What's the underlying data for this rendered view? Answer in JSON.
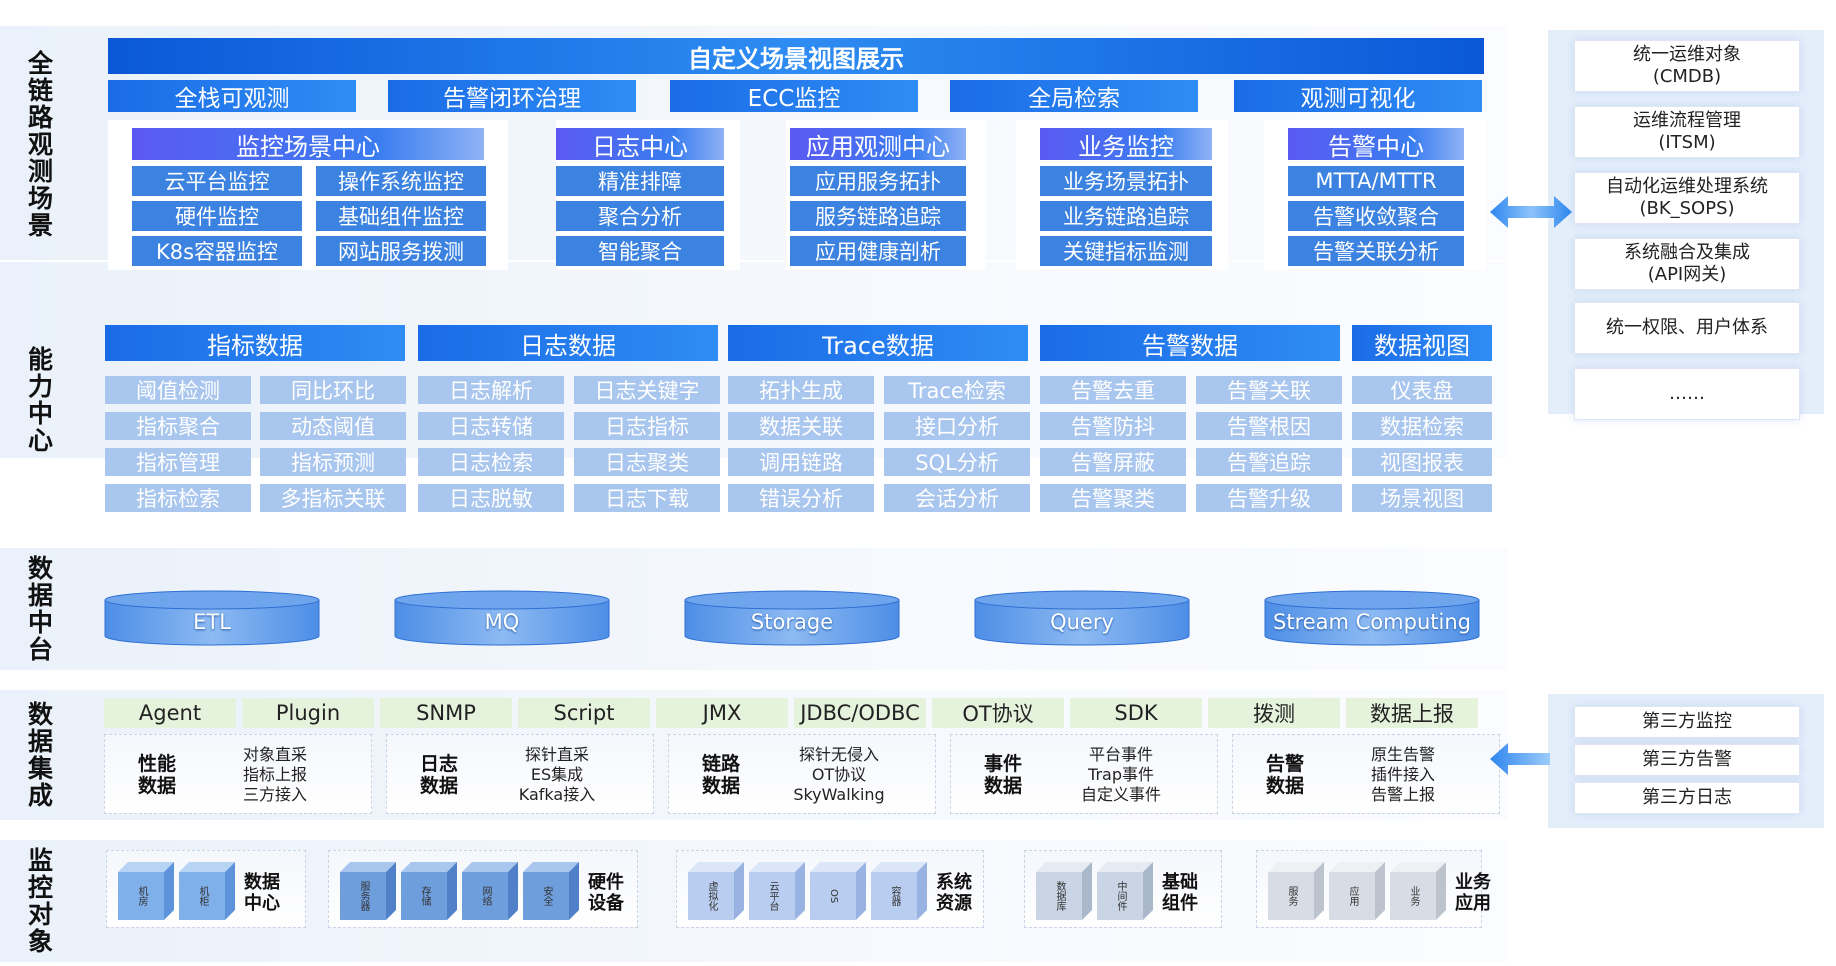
{
  "side_labels": {
    "l1": "全链路观测场景",
    "l2": "能力中心",
    "l3": "数据中台",
    "l4": "数据集成",
    "l5": "监控对象"
  },
  "top": {
    "title": "自定义场景视图展示",
    "tabs": [
      "全栈可观测",
      "告警闭环治理",
      "ECC监控",
      "全局检索",
      "观测可视化"
    ],
    "panels": [
      {
        "title": "监控场景中心",
        "items": [
          "云平台监控",
          "操作系统监控",
          "硬件监控",
          "基础组件监控",
          "K8s容器监控",
          "网站服务拨测"
        ]
      },
      {
        "title": "日志中心",
        "items": [
          "精准排障",
          "聚合分析",
          "智能聚合"
        ]
      },
      {
        "title": "应用观测中心",
        "items": [
          "应用服务拓扑",
          "服务链路追踪",
          "应用健康剖析"
        ]
      },
      {
        "title": "业务监控",
        "items": [
          "业务场景拓扑",
          "业务链路追踪",
          "关键指标监测"
        ]
      },
      {
        "title": "告警中心",
        "items": [
          "MTTA/MTTR",
          "告警收敛聚合",
          "告警关联分析"
        ]
      }
    ]
  },
  "cap": {
    "headers": [
      "指标数据",
      "日志数据",
      "Trace数据",
      "告警数据",
      "数据视图"
    ],
    "cols": [
      [
        "阈值检测",
        "指标聚合",
        "指标管理",
        "指标检索"
      ],
      [
        "同比环比",
        "动态阈值",
        "指标预测",
        "多指标关联"
      ],
      [
        "日志解析",
        "日志转储",
        "日志检索",
        "日志脱敏"
      ],
      [
        "日志关键字",
        "日志指标",
        "日志聚类",
        "日志下载"
      ],
      [
        "拓扑生成",
        "数据关联",
        "调用链路",
        "错误分析"
      ],
      [
        "Trace检索",
        "接口分析",
        "SQL分析",
        "会话分析"
      ],
      [
        "告警去重",
        "告警防抖",
        "告警屏蔽",
        "告警聚类"
      ],
      [
        "告警关联",
        "告警根因",
        "告警追踪",
        "告警升级"
      ],
      [
        "仪表盘",
        "数据检索",
        "视图报表",
        "场景视图"
      ]
    ]
  },
  "mid": {
    "dbs": [
      "ETL",
      "MQ",
      "Storage",
      "Query",
      "Stream Computing"
    ]
  },
  "ing": {
    "sources": [
      "Agent",
      "Plugin",
      "SNMP",
      "Script",
      "JMX",
      "JDBC/ODBC",
      "OT协议",
      "SDK",
      "拨测",
      "数据上报"
    ],
    "groups": [
      {
        "t1": "性能",
        "t2": "数据",
        "lines": [
          "对象直采",
          "指标上报",
          "三方接入"
        ]
      },
      {
        "t1": "日志",
        "t2": "数据",
        "lines": [
          "探针直采",
          "ES集成",
          "Kafka接入"
        ]
      },
      {
        "t1": "链路",
        "t2": "数据",
        "lines": [
          "探针无侵入",
          "OT协议",
          "SkyWalking"
        ]
      },
      {
        "t1": "事件",
        "t2": "数据",
        "lines": [
          "平台事件",
          "Trap事件",
          "自定义事件"
        ]
      },
      {
        "t1": "告警",
        "t2": "数据",
        "lines": [
          "原生告警",
          "插件接入",
          "告警上报"
        ]
      }
    ]
  },
  "obj": {
    "groups": [
      {
        "cubes": [
          "机房",
          "机柜"
        ],
        "l1": "数据",
        "l2": "中心"
      },
      {
        "cubes": [
          "服务器",
          "存储",
          "网络",
          "安全"
        ],
        "l1": "硬件",
        "l2": "设备"
      },
      {
        "cubes": [
          "虚拟化",
          "云平台",
          "OS",
          "容器"
        ],
        "l1": "系统",
        "l2": "资源"
      },
      {
        "cubes": [
          "数据库",
          "中间件"
        ],
        "l1": "基础",
        "l2": "组件"
      },
      {
        "cubes": [
          "服务",
          "应用",
          "业务"
        ],
        "l1": "业务",
        "l2": "应用"
      }
    ]
  },
  "right": {
    "top": [
      [
        "统一运维对象",
        "(CMDB)"
      ],
      [
        "运维流程管理",
        "(ITSM)"
      ],
      [
        "自动化运维处理系统",
        "(BK_SOPS)"
      ],
      [
        "系统融合及集成",
        "(API网关)"
      ],
      [
        "统一权限、用户体系",
        ""
      ],
      [
        "……",
        ""
      ]
    ],
    "bottom": [
      "第三方监控",
      "第三方告警",
      "第三方日志"
    ]
  },
  "colors": {
    "primary": "#1a6ce6",
    "light": "#a9c6ee",
    "ingest": "#e5f2dc",
    "cylinder": "#5b9be8"
  }
}
